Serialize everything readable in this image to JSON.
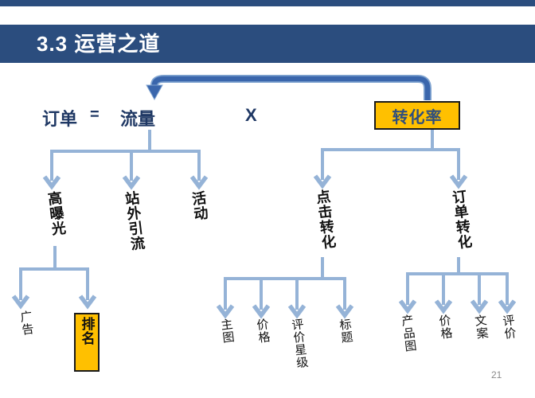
{
  "title_bar": {
    "title": "3.3 运营之道"
  },
  "page_number": "21",
  "formula": {
    "order": "订单",
    "equals": "=",
    "traffic": "流量",
    "times": "X",
    "conversion": "转化率"
  },
  "tree": {
    "traffic_children": [
      "高曝光",
      "站外引流",
      "活动"
    ],
    "exposure_children": [
      "广告",
      "排名"
    ],
    "conversion_children": [
      "点击转化",
      "订单转化"
    ],
    "click_conversion_children": [
      "主图",
      "价格",
      "评价星级",
      "标题"
    ],
    "order_conversion_children": [
      "产品图",
      "价格",
      "文案",
      "评价"
    ]
  },
  "icons": {
    "feedback_arrow": "curved-left-down-arrow",
    "branch_arrow": "down-chevron-arrow"
  },
  "colors": {
    "navy_bar": "#2b4d7e",
    "text_navy": "#1f3864",
    "connector_blue": "#95b3d7",
    "feedback_arrow_blue": "#3a66ac",
    "highlight_yellow": "#ffc000",
    "label_black": "#111111",
    "page_number_gray": "#8a8a8a"
  }
}
